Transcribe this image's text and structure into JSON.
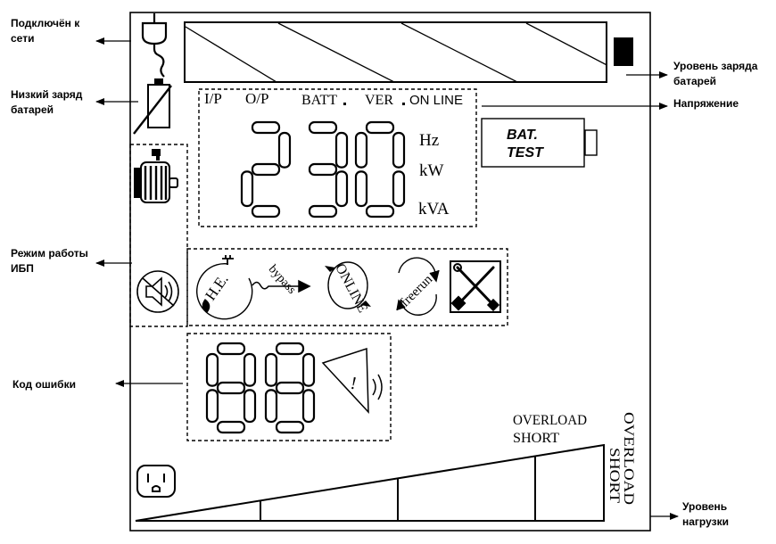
{
  "callouts": {
    "mains": {
      "line1": "Подключён к",
      "line2": "сети"
    },
    "low_battery": {
      "line1": "Низкий заряд",
      "line2": "батарей"
    },
    "battery_level": {
      "line1": "Уровень заряда",
      "line2": "батарей"
    },
    "voltage": {
      "line1": "Напряжение"
    },
    "ups_mode": {
      "line1": "Режим работы",
      "line2": "ИБП"
    },
    "error_code": {
      "line1": "Код ошибки"
    },
    "load_level": {
      "line1": "Уровень",
      "line2": "нагрузки"
    }
  },
  "display": {
    "tabs": {
      "ip": "I/P",
      "op": "O/P",
      "batt": "BATT",
      "ver": "VER",
      "online": "ON LINE"
    },
    "main_value": "230",
    "units": {
      "hz": "Hz",
      "kw": "kW",
      "kva": "kVA"
    },
    "bat_test": {
      "line1": "BAT.",
      "line2": "TEST"
    },
    "modes": {
      "he": "H.E.",
      "bypass": "bypass",
      "online": "ONLINE",
      "freerun": "freerun"
    },
    "error_value": "88",
    "warning_mark": "!",
    "overload": {
      "line1": "OVERLOAD",
      "line2": "SHORT"
    },
    "overload_vertical": {
      "line1": "OVERLOAD",
      "line2": "SHORT"
    }
  },
  "icons": [
    "plug-icon",
    "low-battery-icon",
    "battery-level-icon",
    "bat-test-battery-icon",
    "motor-icon",
    "mute-icon",
    "he-icon",
    "bypass-arrow-icon",
    "online-icon",
    "freerun-icon",
    "tools-icon",
    "warning-icon",
    "outlet-icon"
  ]
}
